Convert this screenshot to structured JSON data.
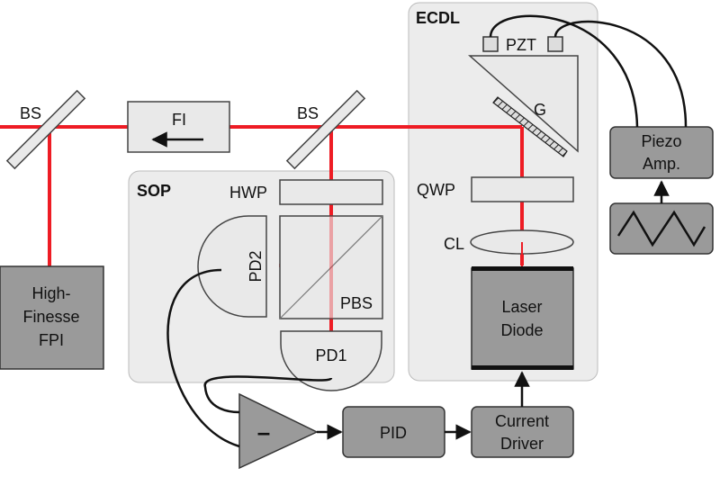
{
  "groups": {
    "ecdl": "ECDL",
    "sop": "SOP"
  },
  "components": {
    "bs_left": "BS",
    "fi": "FI",
    "bs_middle": "BS",
    "hwp": "HWP",
    "pbs": "PBS",
    "pd1": "PD1",
    "pd2": "PD2",
    "fpi_line1": "High-",
    "fpi_line2": "Finesse",
    "fpi_line3": "FPI",
    "pzt": "PZT",
    "grating": "G",
    "qwp": "QWP",
    "cl": "CL",
    "laser_line1": "Laser",
    "laser_line2": "Diode",
    "piezo_line1": "Piezo",
    "piezo_line2": "Amp.",
    "pid": "PID",
    "driver_line1": "Current",
    "driver_line2": "Driver",
    "subtractor": "–"
  },
  "colors": {
    "beam": "#ee1c24",
    "device": "#9a9a9a",
    "optic": "#e9e9e9",
    "group_box": "#ececec"
  }
}
